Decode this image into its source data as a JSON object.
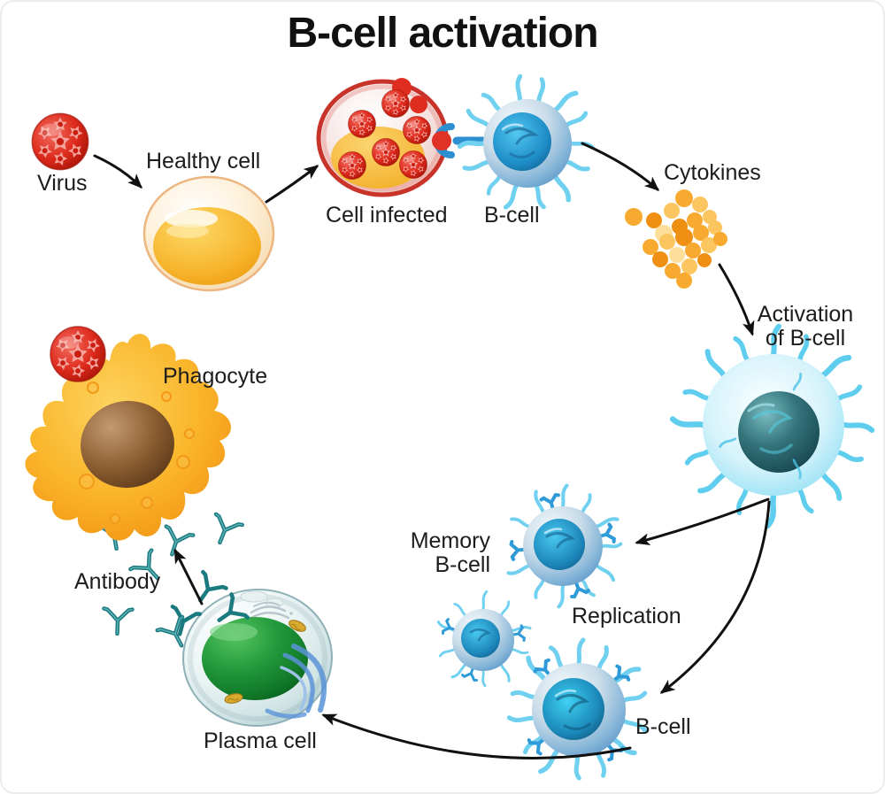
{
  "title": "B-cell activation",
  "labels": {
    "virus": "Virus",
    "healthy_cell": "Healthy cell",
    "cell_infected": "Cell infected",
    "b_cell_1": "B-cell",
    "cytokines": "Cytokines",
    "activation": {
      "line1": "Activation",
      "line2": "of B-cell"
    },
    "memory": {
      "line1": "Memory",
      "line2": "B-cell"
    },
    "replication": "Replication",
    "b_cell_2": "B-cell",
    "plasma_cell": "Plasma cell",
    "antibody": "Antibody",
    "phagocyte": "Phagocyte"
  },
  "flow": [
    {
      "from": "Virus",
      "to": "Healthy cell"
    },
    {
      "from": "Healthy cell",
      "to": "Cell infected"
    },
    {
      "from": "B-cell",
      "to": "Cytokines"
    },
    {
      "from": "Cytokines",
      "to": "Activation of B-cell"
    },
    {
      "from": "Activation of B-cell",
      "to": "Memory B-cell"
    },
    {
      "from": "Activation of B-cell",
      "to": "B-cell (replication)"
    },
    {
      "from": "B-cell",
      "to": "Plasma cell"
    },
    {
      "from": "Plasma cell",
      "to": "Antibody"
    }
  ],
  "colors": {
    "virus_red": "#dd2a1c",
    "healthy_cell_yolk": "#f7b42c",
    "infected_ring_red": "#c8342a",
    "b_cell_blue": "#2e8fd0",
    "spike_cyan": "#6fd0f0",
    "cytokine_orange": "#f7a930",
    "activated_cell_cyan": "#9ce2f5",
    "activated_nucleus_teal": "#1c4e57",
    "plasma_nucleus_green": "#0f7426",
    "er_blue": "#5b93d8",
    "antibody_teal": "#1b7a80",
    "phagocyte_orange": "#fab62c",
    "phagocyte_nucleus_brown": "#8a5c30",
    "arrow_black": "#111111",
    "text_black": "#1c1c1c"
  }
}
